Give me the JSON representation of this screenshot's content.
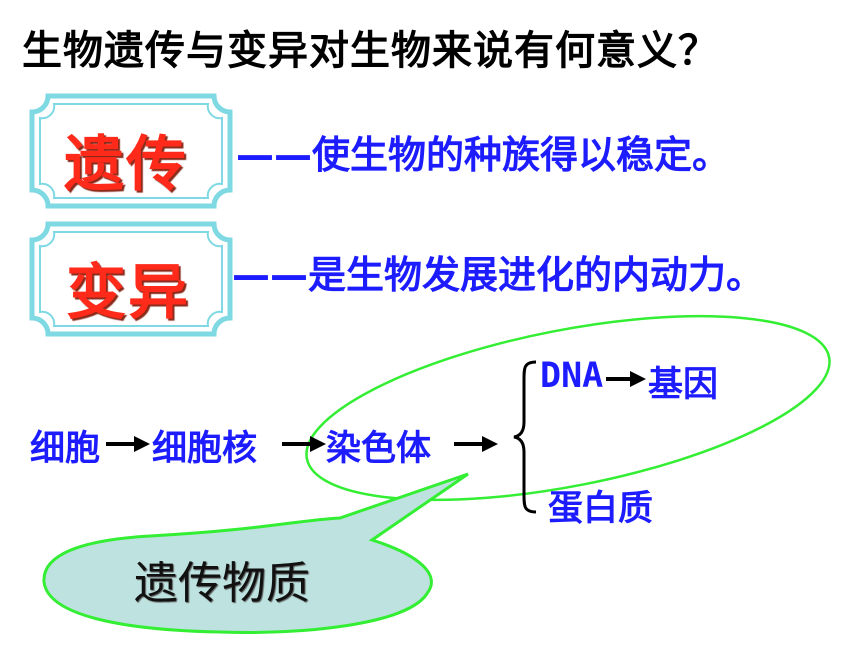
{
  "title": "生物遗传与变异对生物来说有何意义？",
  "heredity": {
    "term": "遗传",
    "dash": "——",
    "definition": "使生物的种族得以稳定。"
  },
  "variation": {
    "term": "变异",
    "dash": "——",
    "definition": "是生物发展进化的内动力。"
  },
  "flow": {
    "cell": "细胞",
    "nucleus": "细胞核",
    "chromosome": "染色体",
    "dna": "DNA",
    "gene": "基因",
    "protein": "蛋白质"
  },
  "callout": "遗传物质",
  "colors": {
    "term_red": "#ff2a1a",
    "definition_blue": "#1c1cff",
    "frame_cyan": "#7fd9e3",
    "ellipse_green": "#33ee33",
    "callout_fill": "#bde2df"
  }
}
